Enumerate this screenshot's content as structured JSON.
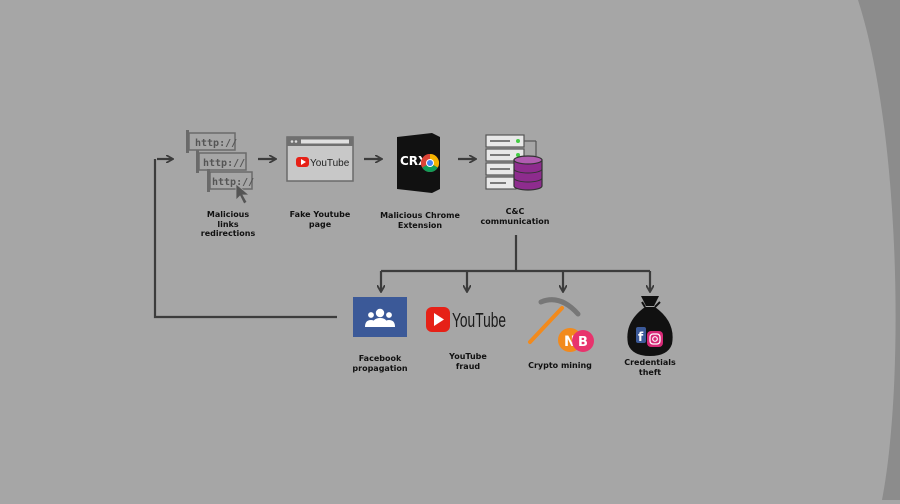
{
  "diagram": {
    "nodes": [
      {
        "id": "links",
        "label": "Malicious\nlinks\nredirections",
        "icon": "http-links-icon"
      },
      {
        "id": "fake-youtube",
        "label": "Fake Youtube\npage",
        "icon": "browser-youtube-icon"
      },
      {
        "id": "chrome-ext",
        "label": "Malicious Chrome\nExtension",
        "icon": "crx-chrome-icon"
      },
      {
        "id": "cnc",
        "label": "C&C\ncommunication",
        "icon": "server-database-icon"
      },
      {
        "id": "facebook",
        "label": "Facebook\npropagation",
        "icon": "facebook-group-icon"
      },
      {
        "id": "youtube-fraud",
        "label": "YouTube\nfraud",
        "icon": "youtube-logo-icon"
      },
      {
        "id": "crypto",
        "label": "Crypto mining",
        "icon": "pickaxe-coin-icon"
      },
      {
        "id": "credentials",
        "label": "Credentials\ntheft",
        "icon": "money-bag-icon"
      }
    ],
    "icon_text": {
      "http": "http://",
      "youtube_wordmark": "YouTube",
      "crx": "CRX",
      "coin_n": "N",
      "coin_b": "B",
      "facebook_f": "f"
    },
    "colors": {
      "background": "#a6a6a6",
      "right_band": "#8c8c8c",
      "arrow": "#3c3c3c",
      "youtube_red": "#e62117",
      "facebook_blue": "#3b5998",
      "database_purple": "#8e2c8e",
      "coin_orange": "#f28a1c",
      "coin_pink": "#e8336d"
    }
  }
}
